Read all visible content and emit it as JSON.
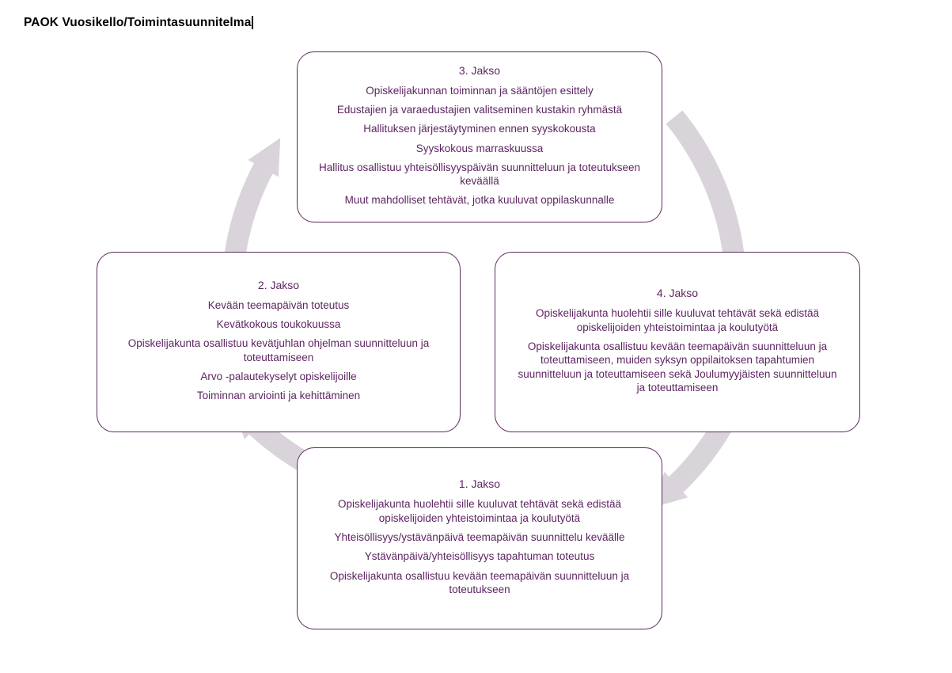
{
  "page": {
    "title": "PAOK Vuosikello/Toimintasuunnitelma"
  },
  "colors": {
    "accent_purple": "#5c2a5e",
    "text_purple": "#5d2562",
    "arrow_gray": "#d9d4d9",
    "background": "#ffffff"
  },
  "diagram": {
    "type": "cycle",
    "arrow_names": [
      "arrow-1-to-2",
      "arrow-2-to-3",
      "arrow-3-to-4",
      "arrow-4-to-1"
    ]
  },
  "boxes": [
    {
      "position": "top",
      "heading": "3. Jakso",
      "items": [
        "Opiskelijakunnan toiminnan ja sääntöjen esittely",
        "Edustajien ja varaedustajien valitseminen kustakin ryhmästä",
        "Hallituksen järjestäytyminen ennen syyskokousta",
        "Syyskokous marraskuussa",
        "Hallitus osallistuu yhteisöllisyyspäivän suunnitteluun ja toteutukseen keväällä",
        "Muut mahdolliset tehtävät, jotka kuuluvat oppilaskunnalle"
      ]
    },
    {
      "position": "left",
      "heading": "2. Jakso",
      "items": [
        "Kevään teemapäivän toteutus",
        "Kevätkokous toukokuussa",
        "Opiskelijakunta osallistuu kevätjuhlan ohjelman suunnitteluun ja toteuttamiseen",
        "Arvo -palautekyselyt opiskelijoille",
        "Toiminnan arviointi ja kehittäminen"
      ]
    },
    {
      "position": "right",
      "heading": "4. Jakso",
      "items": [
        "Opiskelijakunta huolehtii sille kuuluvat tehtävät sekä edistää opiskelijoiden yhteistoimintaa ja koulutyötä",
        "Opiskelijakunta osallistuu kevään teemapäivän suunnitteluun ja toteuttamiseen, muiden syksyn oppilaitoksen tapahtumien suunnitteluun ja toteuttamiseen sekä Joulumyyjäisten suunnitteluun ja toteuttamiseen"
      ]
    },
    {
      "position": "bottom",
      "heading": "1. Jakso",
      "items": [
        "Opiskelijakunta huolehtii sille kuuluvat tehtävät sekä edistää opiskelijoiden yhteistoimintaa ja koulutyötä",
        "Yhteisöllisyys/ystävänpäivä teemapäivän suunnittelu keväälle",
        "Ystävänpäivä/yhteisöllisyys tapahtuman toteutus",
        "Opiskelijakunta osallistuu kevään teemapäivän suunnitteluun ja toteutukseen"
      ]
    }
  ]
}
